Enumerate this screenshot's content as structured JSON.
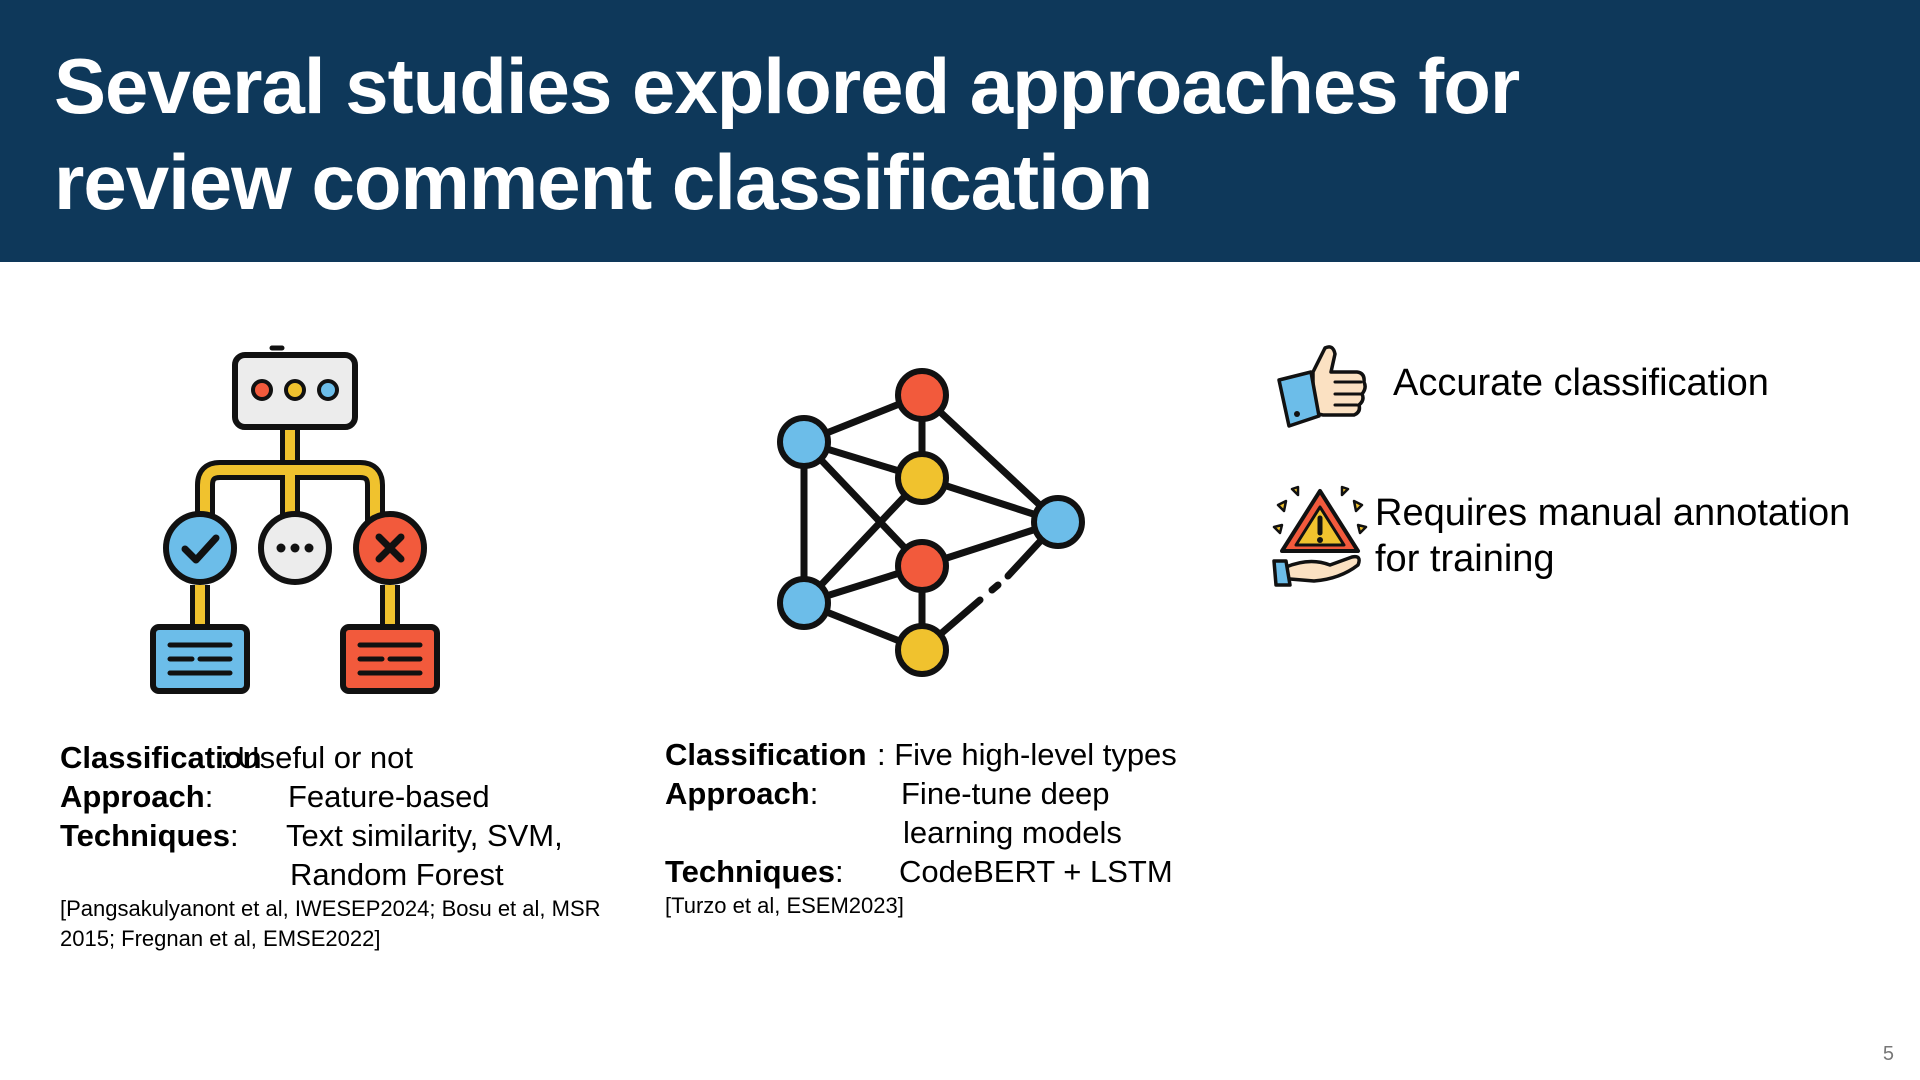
{
  "slide": {
    "title": "Several studies explored approaches for review comment classification",
    "page_number": "5"
  },
  "left_study": {
    "classification_label": "Classification",
    "classification_value": ": Useful or not",
    "approach_label": "Approach",
    "approach_colon": ":",
    "approach_value": "Feature-based",
    "techniques_label": "Techniques",
    "techniques_colon": ":",
    "techniques_value_line1": "Text similarity, SVM,",
    "techniques_value_line2": "Random Forest",
    "citation_line1": "[Pangsakulyanont et al, IWESEP2024; Bosu et al, MSR",
    "citation_line2": "2015; Fregnan et al, EMSE2022]",
    "icon": "decision-tree-icon"
  },
  "right_study": {
    "classification_label": "Classification",
    "classification_value": ": Five high-level types",
    "approach_label": "Approach",
    "approach_colon": ":",
    "approach_value_line1": "Fine-tune deep",
    "approach_value_line2": "learning models",
    "techniques_label": "Techniques",
    "techniques_colon": ":",
    "techniques_value": "CodeBERT + LSTM",
    "citation": "[Turzo et al, ESEM2023]",
    "icon": "neural-network-icon"
  },
  "pros_cons": {
    "pro_text": "Accurate classification",
    "pro_icon": "thumbs-up-icon",
    "con_text_line1": "Requires manual annotation",
    "con_text_line2": "for training",
    "con_icon": "warning-hand-icon"
  },
  "colors": {
    "header_bg": "#0e385a",
    "blue": "#6cbde9",
    "red": "#f25a3c",
    "yellow": "#f0c22e"
  }
}
